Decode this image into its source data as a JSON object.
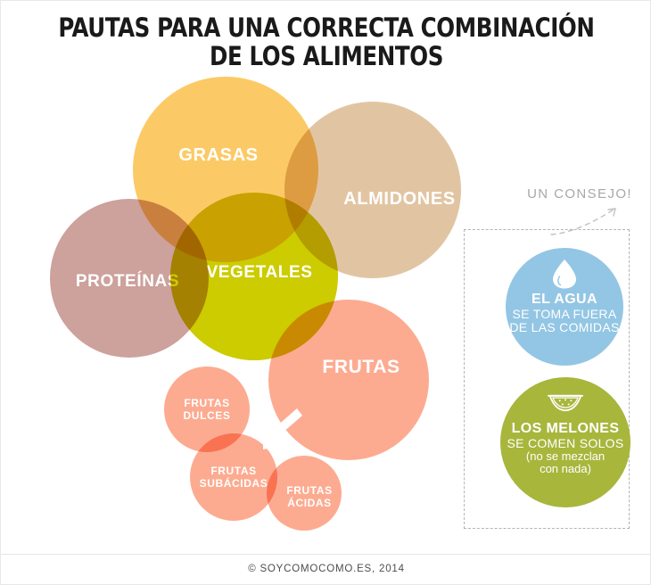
{
  "title": {
    "line1": "PAUTAS PARA UNA CORRECTA COMBINACIÓN",
    "line2": "DE LOS ALIMENTOS"
  },
  "venn": {
    "circles": [
      {
        "id": "grasas",
        "label": "GRASAS",
        "color": "#FBCA66"
      },
      {
        "id": "almidones",
        "label": "ALMIDONES",
        "color": "#E1C5A3"
      },
      {
        "id": "proteinas",
        "label": "PROTEÍNAS",
        "color": "#CDA19C"
      },
      {
        "id": "vegetales",
        "label": "VEGETALES",
        "color": "#CCCC00"
      },
      {
        "id": "frutas",
        "label": "FRUTAS",
        "color": "#FCAB91"
      },
      {
        "id": "dulces",
        "label": "FRUTAS DULCES",
        "line1": "FRUTAS",
        "line2": "DULCES",
        "color": "#FCAB91"
      },
      {
        "id": "subacidas",
        "label": "FRUTAS SUBÁCIDAS",
        "line1": "FRUTAS",
        "line2": "SUBÁCIDAS",
        "color": "#FCAB91"
      },
      {
        "id": "acidas",
        "label": "FRUTAS ÁCIDAS",
        "line1": "FRUTAS",
        "line2": "ÁCIDAS",
        "color": "#FCAB91"
      }
    ]
  },
  "advice": {
    "heading": "UN CONSEJO!",
    "bubbles": [
      {
        "id": "agua",
        "icon": "water-drop-icon",
        "color": "#93C6E4",
        "bold": "EL AGUA",
        "line2": "SE TOMA FUERA",
        "line3": "DE LAS COMIDAS",
        "note1": "",
        "note2": ""
      },
      {
        "id": "melones",
        "icon": "watermelon-icon",
        "color": "#A8B63C",
        "bold": "LOS MELONES",
        "line2": "SE COMEN SOLOS",
        "line3": "",
        "note1": "(no se mezclan",
        "note2": "con nada)"
      }
    ]
  },
  "footer": {
    "credit": "© SOYCOMOCOMO.ES, 2014"
  },
  "colors": {
    "grasas": "#FBCA66",
    "almidones": "#E1C5A3",
    "proteinas": "#CDA19C",
    "vegetales": "#CCCC00",
    "frutas": "#FCAB91",
    "agua": "#93C6E4",
    "melones": "#A8B63C",
    "title_text": "#1A1A1A",
    "advice_heading": "#A8A8A8",
    "dashed_border": "#B4B4B4"
  }
}
